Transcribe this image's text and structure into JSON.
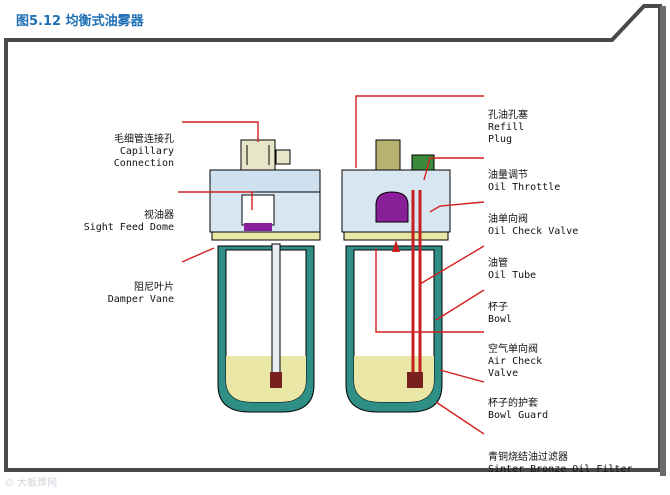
{
  "title": "图5.12  均衡式油雾器",
  "watermark": "© 大板焊网",
  "labels": {
    "capillary": {
      "zh": "毛细管连接孔",
      "en": "Capillary\nConnection"
    },
    "sight_dome": {
      "zh": "视油器",
      "en": "Sight Feed Dome"
    },
    "damper": {
      "zh": "阻尼叶片",
      "en": "Damper Vane"
    },
    "refill": {
      "zh": "孔油孔塞",
      "en": "Refill\nPlug"
    },
    "throttle": {
      "zh": "油量调节",
      "en": "Oil Throttle"
    },
    "check_valve": {
      "zh": "油单向阀",
      "en": "Oil Check Valve"
    },
    "oil_tube": {
      "zh": "油管",
      "en": "Oil Tube"
    },
    "bowl": {
      "zh": "杯子",
      "en": "Bowl"
    },
    "air_check": {
      "zh": "空气单向阀",
      "en": "Air Check\nValve"
    },
    "bowl_guard": {
      "zh": "杯子的护套",
      "en": "Bowl Guard"
    },
    "filter": {
      "zh": "青铜烧结油过滤器",
      "en": "Sinter Bronze Oil Filter"
    }
  },
  "colors": {
    "title": "#1f6fb5",
    "teal": "#2f8f86",
    "oil": "#e9e6a6",
    "body": "#d8e6f2",
    "leader": "#d42020",
    "purple": "#8a1f9a",
    "frame": "#4a4a4a"
  }
}
